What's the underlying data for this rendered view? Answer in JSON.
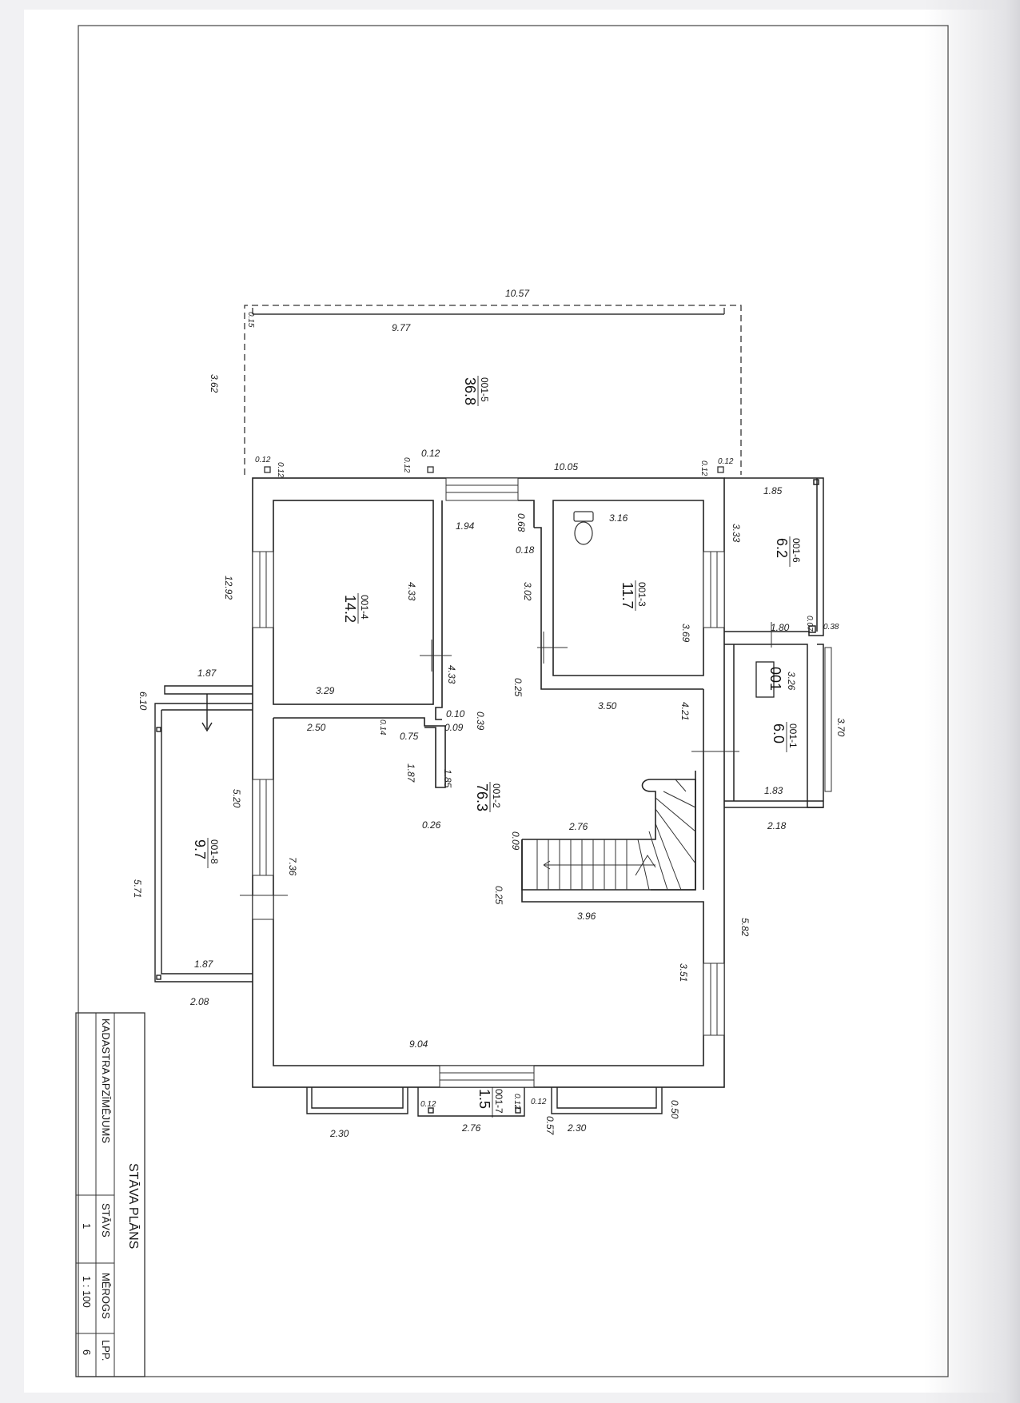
{
  "drawing": {
    "title": "STĀVA PLĀNS",
    "sheet_name": "KADASTRA APZĪMĒJUMS",
    "floor_label": "STĀVS",
    "floor_value": "1",
    "scale_label": "MĒROGS",
    "scale_value": "1 : 100",
    "page_label": "LPP.",
    "page_value": "6",
    "building_code": "001"
  },
  "rooms": [
    {
      "id": "terrace",
      "code": "001-5",
      "area": "36.8"
    },
    {
      "id": "room-4",
      "code": "001-4",
      "area": "14.2"
    },
    {
      "id": "room-3",
      "code": "001-3",
      "area": "11.7"
    },
    {
      "id": "room-6",
      "code": "001-6",
      "area": "6.2"
    },
    {
      "id": "room-1",
      "code": "001-1",
      "area": "6.0"
    },
    {
      "id": "room-2",
      "code": "001-2",
      "area": "76.3"
    },
    {
      "id": "room-8",
      "code": "001-8",
      "area": "9.7"
    },
    {
      "id": "room-7",
      "code": "001-7",
      "area": "1.5"
    }
  ],
  "dimensions": [
    "10.57",
    "9.77",
    "0.15",
    "3.62",
    "0.12",
    "0.12",
    "0.12",
    "0.12",
    "10.05",
    "0.12",
    "0.12",
    "1.85",
    "3.33",
    "12.92",
    "1.94",
    "0.68",
    "0.18",
    "3.16",
    "4.33",
    "3.02",
    "3.69",
    "1.80",
    "0.07",
    "0.38",
    "4.33",
    "3.26",
    "3.29",
    "0.25",
    "3.50",
    "4.21",
    "1.87",
    "6.10",
    "2.50",
    "0.14",
    "0.75",
    "0.10",
    "0.09",
    "0.39",
    "3.70",
    "1.87",
    "1.85",
    "5.20",
    "1.83",
    "2.18",
    "0.26",
    "2.76",
    "0.09",
    "7.36",
    "5.71",
    "0.25",
    "3.96",
    "5.82",
    "1.87",
    "3.51",
    "2.08",
    "9.04",
    "0.12",
    "0.12",
    "0.12",
    "0.50",
    "2.30",
    "2.76",
    "0.57",
    "2.30"
  ]
}
